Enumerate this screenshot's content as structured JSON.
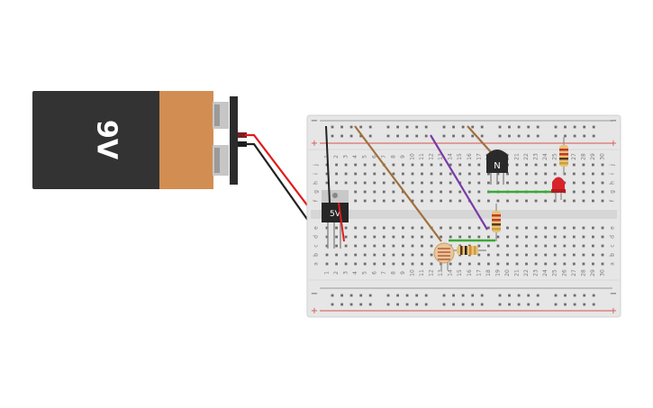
{
  "battery": {
    "label": "9V"
  },
  "regulator": {
    "label": "5V"
  },
  "transistor": {
    "label": "N"
  },
  "breadboard": {
    "column_count": 30,
    "top_row_letters": [
      "j",
      "i",
      "h",
      "g",
      "f"
    ],
    "bottom_row_letters": [
      "e",
      "d",
      "c",
      "b",
      "a"
    ],
    "rail_plus": "+",
    "rail_minus": "−"
  },
  "colors": {
    "battery_body": "#333333",
    "battery_cap": "#d28e52",
    "breadboard": "#e6e6e6",
    "rail_red": "#d9534f",
    "wire_brown": "#a0703c",
    "wire_purple": "#7a3aa8",
    "wire_green": "#3aaa35",
    "wire_black": "#222222",
    "wire_red": "#e21b1b",
    "led": "#d9232a"
  }
}
